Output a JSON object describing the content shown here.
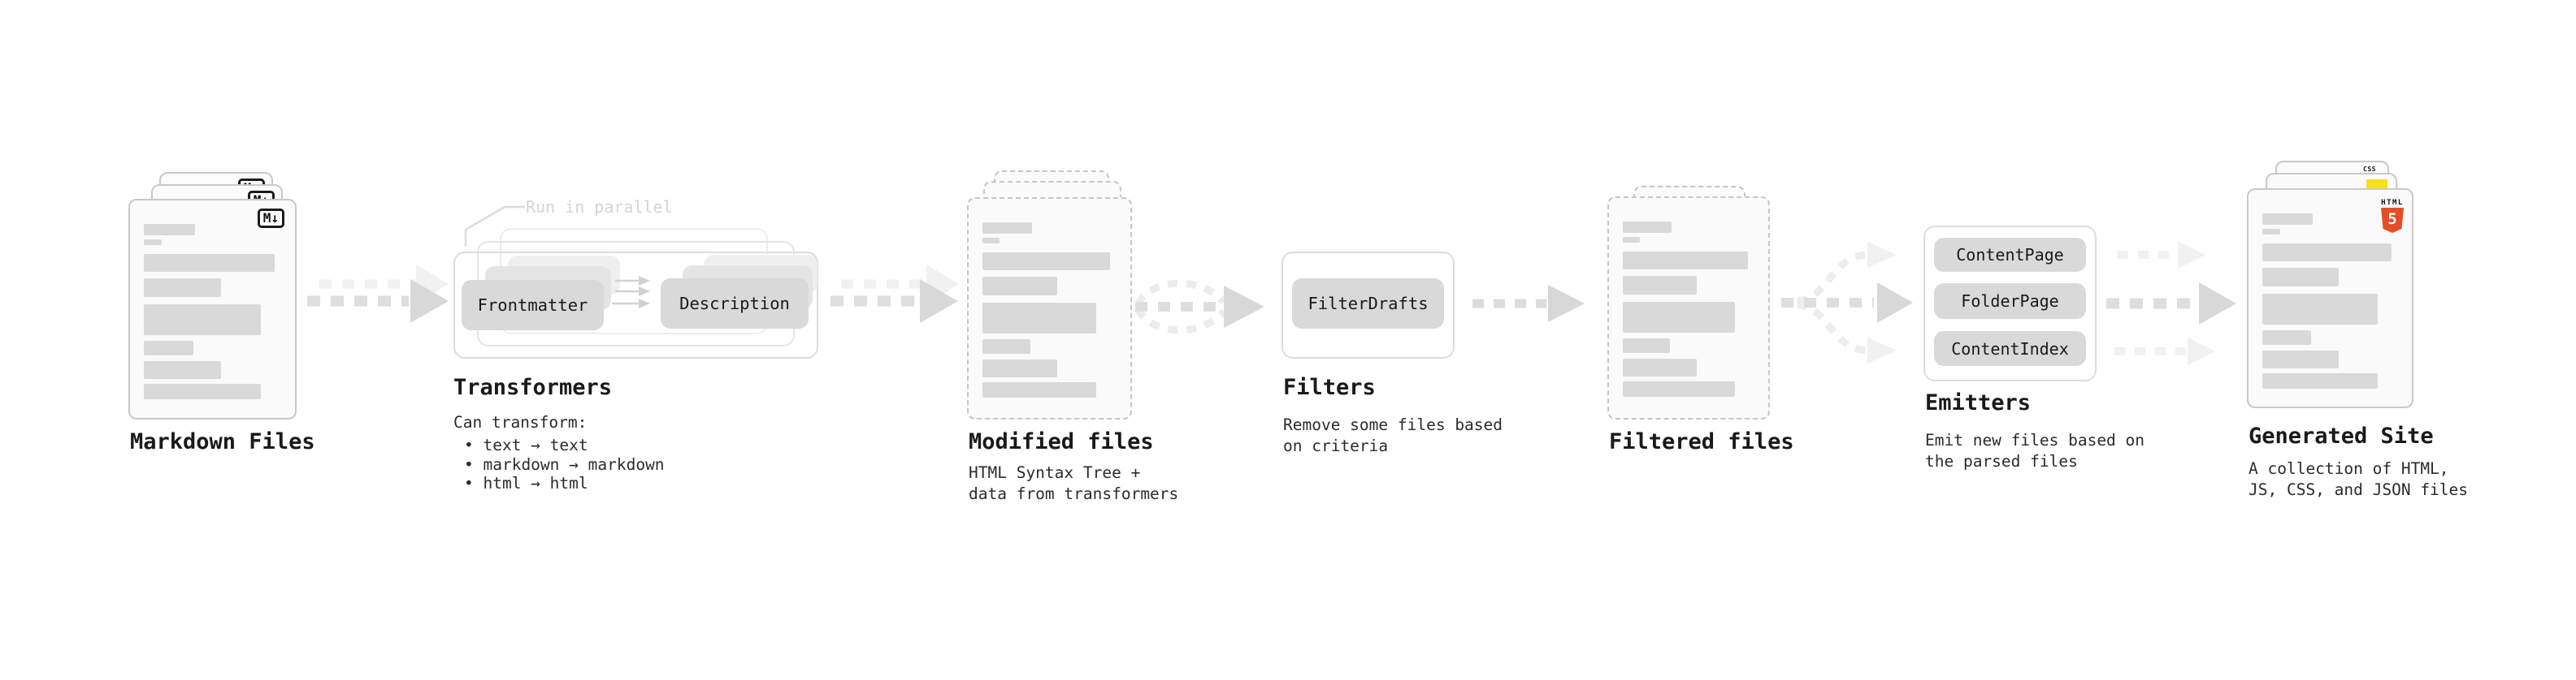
{
  "stages": {
    "markdown": {
      "label": "Markdown Files",
      "badge": "M↓"
    },
    "transformers": {
      "label": "Transformers",
      "note": "Run in parallel",
      "pill_left": "Frontmatter",
      "pill_right": "Description",
      "desc_title": "Can transform:",
      "bullets": [
        "text → text",
        "markdown → markdown",
        "html → html"
      ]
    },
    "modified": {
      "label": "Modified files",
      "desc": "HTML Syntax Tree +\ndata from transformers"
    },
    "filters": {
      "label": "Filters",
      "pill": "FilterDrafts",
      "desc": "Remove some files based\non criteria"
    },
    "filtered": {
      "label": "Filtered files"
    },
    "emitters": {
      "label": "Emitters",
      "pills": [
        "ContentPage",
        "FolderPage",
        "ContentIndex"
      ],
      "desc": "Emit new files based on\nthe parsed files"
    },
    "generated": {
      "label": "Generated Site",
      "desc": "A collection of HTML,\nJS, CSS, and JSON files",
      "css_badge": "CSS",
      "html_badge_word": "HTML",
      "html_badge_number": "5"
    }
  },
  "colors": {
    "html5_orange": "#e44d26",
    "js_yellow": "#f7df1e",
    "css_blue": "#2e6de8",
    "arrow_main": "#dedede",
    "arrow_ghost": "#f1f1f1"
  }
}
